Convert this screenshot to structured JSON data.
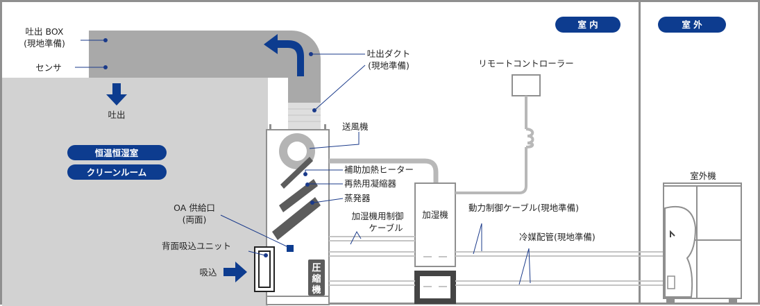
{
  "zones": {
    "indoor": "室 内",
    "outdoor": "室 外"
  },
  "room_tags": {
    "constant_temp_humidity_room": "恒温恒湿室",
    "clean_room": "クリーンルーム"
  },
  "labels": {
    "outlet_box_1": "吐出 BOX",
    "outlet_box_2": "(現地準備)",
    "sensor": "センサ",
    "discharge": "吐出",
    "outlet_duct_1": "吐出ダクト",
    "outlet_duct_2": "(現地準備)",
    "remote_controller": "リモートコントローラー",
    "blower": "送風機",
    "aux_heater": "補助加熱ヒーター",
    "reheat_condenser": "再熱用凝縮器",
    "evaporator": "蒸発器",
    "oa_inlet_1": "OA 供給口",
    "oa_inlet_2": "(両面)",
    "rear_intake_unit": "背面吸込ユニット",
    "intake": "吸込",
    "humidifier_cable_1": "加湿機用制御",
    "humidifier_cable_2": "ケーブル",
    "power_control_cable": "動力制御ケーブル(現地準備)",
    "refrigerant_piping": "冷媒配管(現地準備)",
    "outdoor_unit": "室外機"
  },
  "components": {
    "humidifier": "加湿機",
    "compressor": [
      "圧",
      "縮",
      "機"
    ]
  },
  "colors": {
    "navy": "#0d3c8f",
    "duct_gray": "#a9a9a9",
    "indoor_room_gray": "#d2d2d2",
    "frame_gray": "#8f8f8f",
    "coil_dark": "#5c5c5c",
    "leader_blue": "#1a3a8a"
  }
}
